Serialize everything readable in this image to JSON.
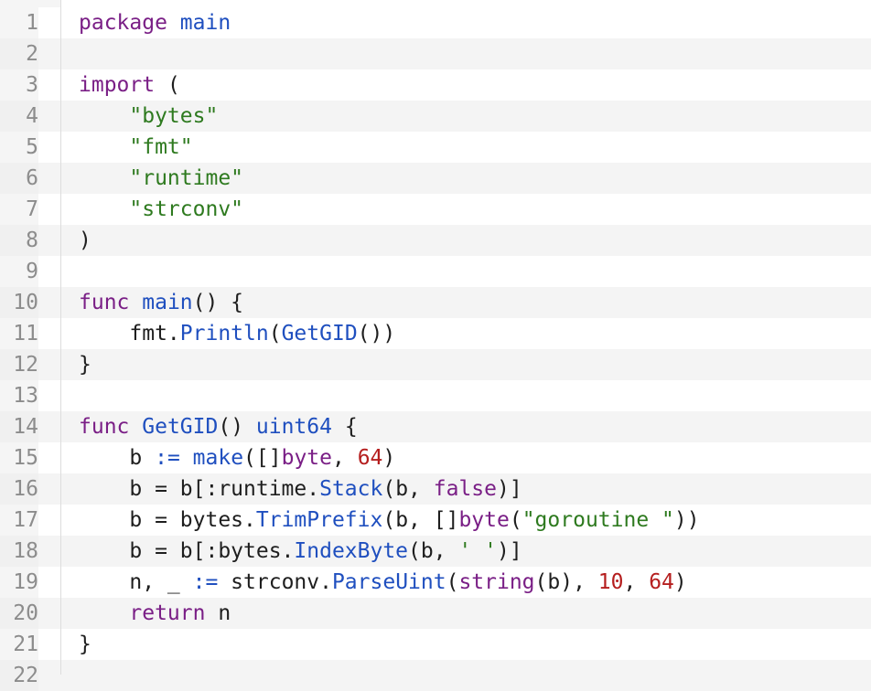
{
  "colors": {
    "keyword": "#7a1f86",
    "function": "#1f4fbf",
    "string": "#2e7a1f",
    "number": "#b51e1e",
    "plain": "#1e1e1e",
    "line_number": "#8c8c8c"
  },
  "editor": {
    "lines": [
      {
        "n": "1",
        "tokens": [
          [
            "kw",
            "package"
          ],
          [
            "p",
            " "
          ],
          [
            "fn",
            "main"
          ]
        ]
      },
      {
        "n": "2",
        "tokens": []
      },
      {
        "n": "3",
        "tokens": [
          [
            "kw",
            "import"
          ],
          [
            "p",
            " ("
          ]
        ]
      },
      {
        "n": "4",
        "tokens": [
          [
            "p",
            "    "
          ],
          [
            "str",
            "\"bytes\""
          ]
        ]
      },
      {
        "n": "5",
        "tokens": [
          [
            "p",
            "    "
          ],
          [
            "str",
            "\"fmt\""
          ]
        ]
      },
      {
        "n": "6",
        "tokens": [
          [
            "p",
            "    "
          ],
          [
            "str",
            "\"runtime\""
          ]
        ]
      },
      {
        "n": "7",
        "tokens": [
          [
            "p",
            "    "
          ],
          [
            "str",
            "\"strconv\""
          ]
        ]
      },
      {
        "n": "8",
        "tokens": [
          [
            "p",
            ")"
          ]
        ]
      },
      {
        "n": "9",
        "tokens": []
      },
      {
        "n": "10",
        "tokens": [
          [
            "kw",
            "func"
          ],
          [
            "p",
            " "
          ],
          [
            "fn",
            "main"
          ],
          [
            "p",
            "() {"
          ]
        ]
      },
      {
        "n": "11",
        "tokens": [
          [
            "p",
            "    fmt."
          ],
          [
            "fn",
            "Println"
          ],
          [
            "p",
            "("
          ],
          [
            "fn",
            "GetGID"
          ],
          [
            "p",
            "())"
          ]
        ]
      },
      {
        "n": "12",
        "tokens": [
          [
            "p",
            "}"
          ]
        ]
      },
      {
        "n": "13",
        "tokens": []
      },
      {
        "n": "14",
        "tokens": [
          [
            "kw",
            "func"
          ],
          [
            "p",
            " "
          ],
          [
            "fn",
            "GetGID"
          ],
          [
            "p",
            "() "
          ],
          [
            "fn",
            "uint64"
          ],
          [
            "p",
            " {"
          ]
        ]
      },
      {
        "n": "15",
        "tokens": [
          [
            "p",
            "    b "
          ],
          [
            "fn",
            ":="
          ],
          [
            "p",
            " "
          ],
          [
            "fn",
            "make"
          ],
          [
            "p",
            "([]"
          ],
          [
            "kw",
            "byte"
          ],
          [
            "p",
            ", "
          ],
          [
            "num",
            "64"
          ],
          [
            "p",
            ")"
          ]
        ]
      },
      {
        "n": "16",
        "tokens": [
          [
            "p",
            "    b = b[:runtime."
          ],
          [
            "fn",
            "Stack"
          ],
          [
            "p",
            "(b, "
          ],
          [
            "kw",
            "false"
          ],
          [
            "p",
            ")]"
          ]
        ]
      },
      {
        "n": "17",
        "tokens": [
          [
            "p",
            "    b = bytes."
          ],
          [
            "fn",
            "TrimPrefix"
          ],
          [
            "p",
            "(b, []"
          ],
          [
            "kw",
            "byte"
          ],
          [
            "p",
            "("
          ],
          [
            "str",
            "\"goroutine \""
          ],
          [
            "p",
            "))"
          ]
        ]
      },
      {
        "n": "18",
        "tokens": [
          [
            "p",
            "    b = b[:bytes."
          ],
          [
            "fn",
            "IndexByte"
          ],
          [
            "p",
            "(b, "
          ],
          [
            "str",
            "' '"
          ],
          [
            "p",
            ")]"
          ]
        ]
      },
      {
        "n": "19",
        "tokens": [
          [
            "p",
            "    n, _ "
          ],
          [
            "fn",
            ":="
          ],
          [
            "p",
            " strconv."
          ],
          [
            "fn",
            "ParseUint"
          ],
          [
            "p",
            "("
          ],
          [
            "kw",
            "string"
          ],
          [
            "p",
            "(b), "
          ],
          [
            "num",
            "10"
          ],
          [
            "p",
            ", "
          ],
          [
            "num",
            "64"
          ],
          [
            "p",
            ")"
          ]
        ]
      },
      {
        "n": "20",
        "tokens": [
          [
            "p",
            "    "
          ],
          [
            "kw",
            "return"
          ],
          [
            "p",
            " n"
          ]
        ]
      },
      {
        "n": "21",
        "tokens": [
          [
            "p",
            "}"
          ]
        ]
      },
      {
        "n": "22",
        "tokens": []
      }
    ]
  }
}
